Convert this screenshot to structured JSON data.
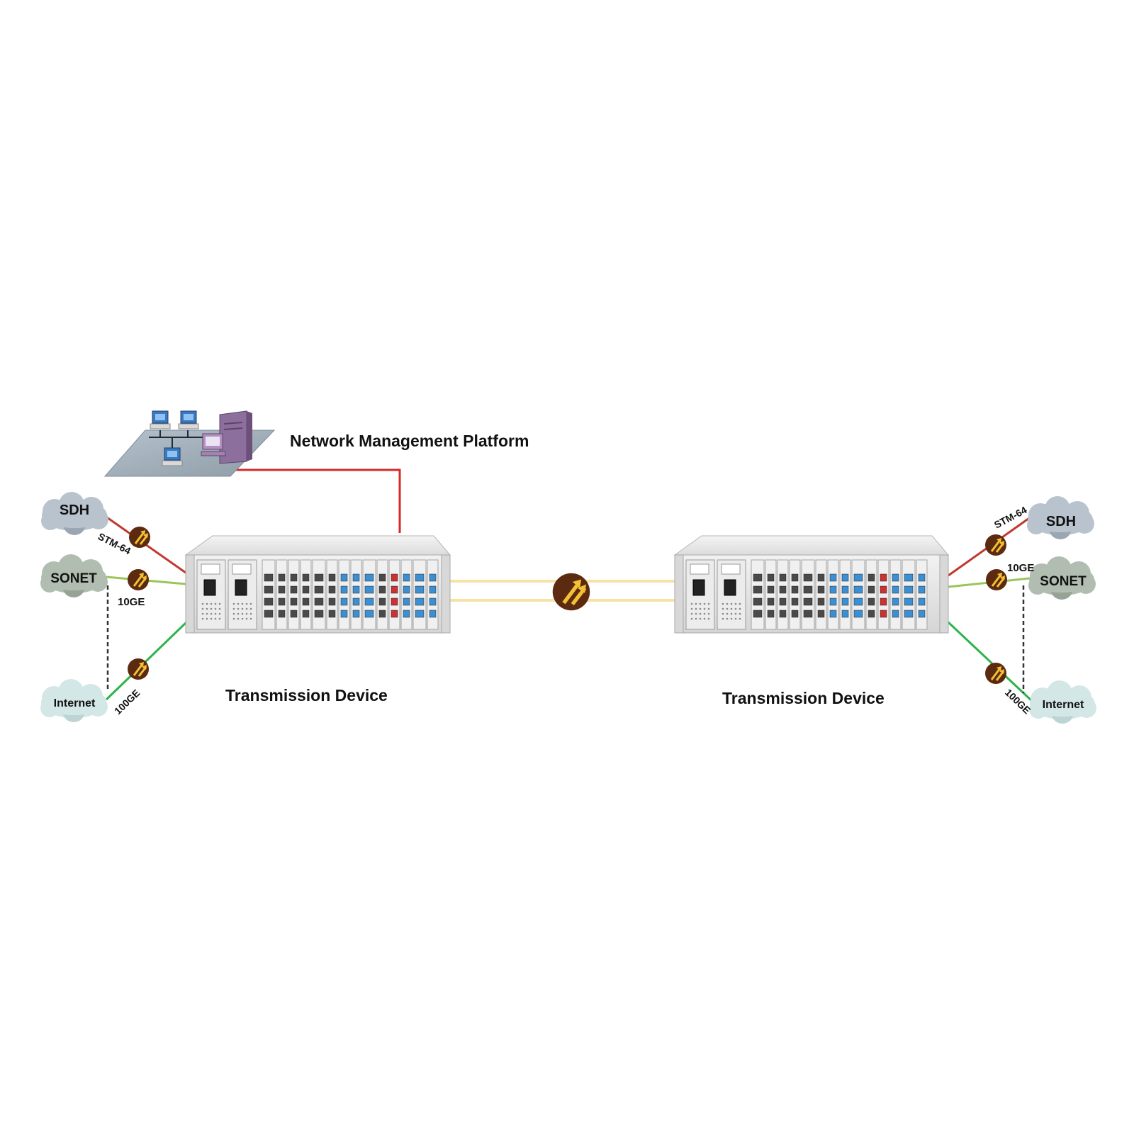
{
  "colors": {
    "management_link": "#d42a2a",
    "stm_link": "#c0392b",
    "ge10_link": "#9cc45a",
    "ge100_link": "#2db34a",
    "fiber_link": "#f7e3a8",
    "cloud_sdh": "#b9c3cd",
    "cloud_sonet": "#b1bdb0",
    "cloud_internet": "#d3e7e6",
    "badge": "#5c2a10",
    "badge_arrow": "#f3c233"
  },
  "icons": {
    "network_management": "network-management-platform-icon",
    "chassis": "transmission-chassis-icon",
    "badge": "double-arrow-badge-icon",
    "cloud": "cloud-icon"
  },
  "labels": {
    "network_management_platform": "Network Management Platform",
    "left_device": "Transmission Device",
    "right_device": "Transmission Device"
  },
  "left": {
    "clouds": {
      "sdh": "SDH",
      "sonet": "SONET",
      "internet": "Internet"
    },
    "links": {
      "stm": "STM-64",
      "ge10": "10GE",
      "ge100": "100GE"
    }
  },
  "right": {
    "clouds": {
      "sdh": "SDH",
      "sonet": "SONET",
      "internet": "Internet"
    },
    "links": {
      "stm": "STM-64",
      "ge10": "10GE",
      "ge100": "100GE"
    }
  }
}
